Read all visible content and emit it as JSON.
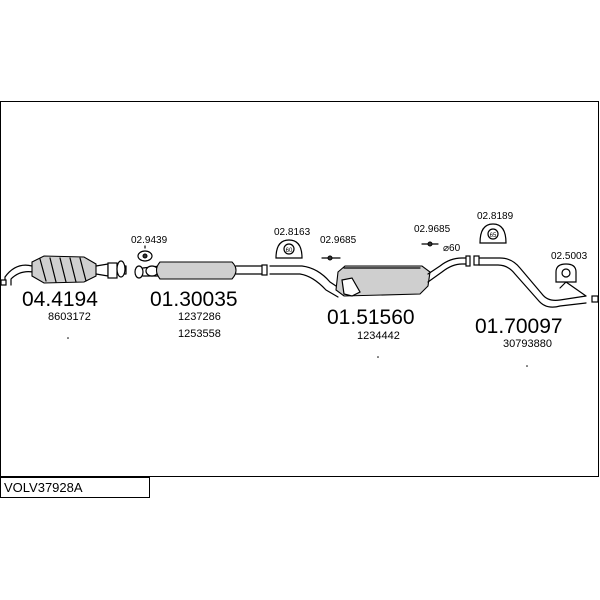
{
  "vehicle_code": "VOLV37928A",
  "parts": [
    {
      "number": "04.4194",
      "refs": [
        "8603172"
      ]
    },
    {
      "number": "01.30035",
      "refs": [
        "1237286",
        "1253558"
      ]
    },
    {
      "number": "01.51560",
      "refs": [
        "1234442"
      ]
    },
    {
      "number": "01.70097",
      "refs": [
        "30793880"
      ]
    }
  ],
  "fittings": [
    {
      "number": "02.9439"
    },
    {
      "number": "02.8163"
    },
    {
      "number": "02.9685"
    },
    {
      "number": "02.9685"
    },
    {
      "number": "02.8189"
    },
    {
      "number": "02.5003"
    }
  ],
  "diameter_label": "⌀60"
}
